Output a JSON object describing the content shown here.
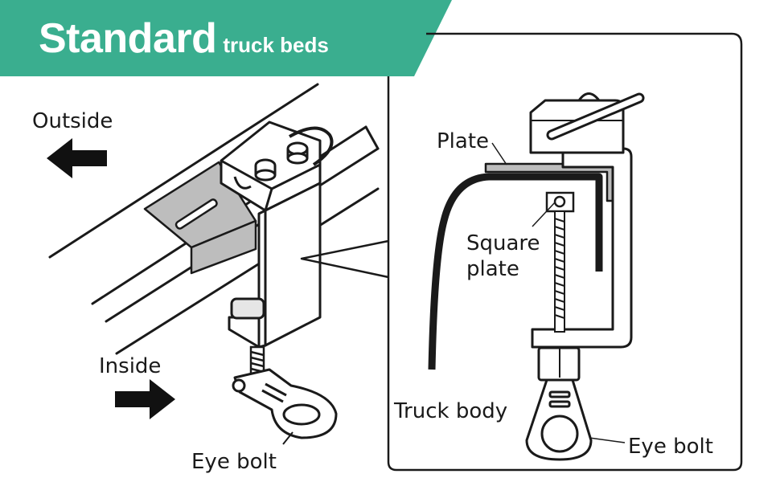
{
  "banner": {
    "main": "Standard",
    "sub": "truck beds",
    "color": "#3aae8f"
  },
  "labels": {
    "outside": "Outside",
    "inside": "Inside",
    "eye_bolt_left": "Eye bolt",
    "plate": "Plate",
    "square_plate_line1": "Square",
    "square_plate_line2": "plate",
    "truck_body": "Truck body",
    "eye_bolt_right": "Eye bolt"
  },
  "icons": {
    "outside_arrow": "arrow-left-icon",
    "inside_arrow": "arrow-right-icon"
  },
  "colors": {
    "line": "#1a1a1a",
    "plate_fill": "#bdbdbd"
  }
}
